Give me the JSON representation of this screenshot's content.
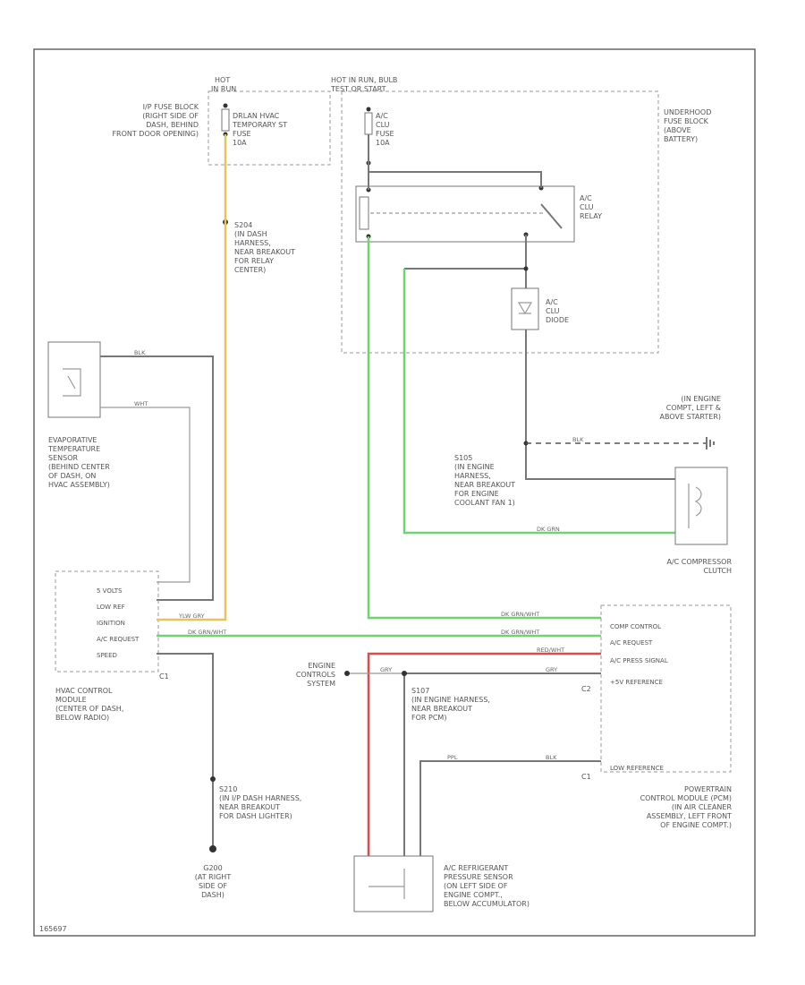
{
  "colors": {
    "green": "#6fd46f",
    "yellow": "#e6c45a",
    "red": "#e04a4a",
    "wire": "#777777"
  },
  "labels": {
    "ip_hot": "HOT",
    "ip_hot_run": "IN RUN",
    "uh_hot": "HOT IN RUN, BULB",
    "uh_hot2": "TEST OR START",
    "ip_fuse_block": [
      "I/P FUSE BLOCK",
      "(RIGHT SIDE OF",
      "DASH, BEHIND",
      "FRONT DOOR OPENING)"
    ],
    "ip_fuse_note": [
      "DRLAN HVAC",
      "TEMPORARY ST",
      "FUSE",
      "10A"
    ],
    "ac_fuse": [
      "A/C",
      "CLU",
      "FUSE",
      "10A"
    ],
    "underhood_fuse_block": [
      "UNDERHOOD",
      "FUSE BLOCK",
      "(ABOVE",
      "BATTERY)"
    ],
    "ac_relay": [
      "A/C",
      "CLU",
      "RELAY"
    ],
    "ac_diode": [
      "A/C",
      "CLU",
      "DIODE"
    ],
    "s204": [
      "S204",
      "(IN DASH",
      "HARNESS,",
      "NEAR BREAKOUT",
      "FOR RELAY",
      "CENTER)"
    ],
    "evap_sensor": [
      "EVAPORATIVE",
      "TEMPERATURE",
      "SENSOR",
      "(BEHIND CENTER",
      "OF DASH, ON",
      "HVAC ASSEMBLY)"
    ],
    "ground_engine": [
      "(IN ENGINE",
      "COMPT, LEFT &",
      "ABOVE STARTER)"
    ],
    "s105": [
      "S105",
      "(IN ENGINE",
      "HARNESS,",
      "NEAR BREAKOUT",
      "FOR ENGINE",
      "COOLANT FAN 1)"
    ],
    "compressor": [
      "A/C COMPRESSOR",
      "CLUTCH"
    ],
    "hvac_pins": [
      "5 VOLTS",
      "LOW REF",
      "IGNITION",
      "A/C REQUEST",
      "SPEED"
    ],
    "hvac_module": [
      "HVAC CONTROL",
      "MODULE",
      "(CENTER OF DASH,",
      "BELOW RADIO)"
    ],
    "hvac_connector": "C1",
    "pcm_pins": [
      "COMP CONTROL",
      "A/C REQUEST",
      "A/C PRESS SIGNAL",
      "+5V REFERENCE"
    ],
    "pcm_low_ref": "LOW REFERENCE",
    "pcm_connector_c2": "C2",
    "pcm_connector_c1": "C1",
    "pcm": [
      "POWERTRAIN",
      "CONTROL MODULE (PCM)",
      "(IN AIR CLEANER",
      "ASSEMBLY, LEFT FRONT",
      "OF ENGINE COMPT.)"
    ],
    "engine_controls": [
      "ENGINE",
      "CONTROLS",
      "SYSTEM"
    ],
    "s107": [
      "S107",
      "(IN ENGINE HARNESS,",
      "NEAR BREAKOUT",
      "FOR PCM)"
    ],
    "pressure_sensor": [
      "A/C REFRIGERANT",
      "PRESSURE SENSOR",
      "(ON LEFT SIDE OF",
      "ENGINE COMPT.,",
      "BELOW ACCUMULATOR)"
    ],
    "s210": [
      "S210",
      "(IN I/P DASH HARNESS,",
      "NEAR BREAKOUT",
      "FOR DASH LIGHTER)"
    ],
    "g200": [
      "G200",
      "(AT RIGHT",
      "SIDE OF",
      "DASH)"
    ],
    "footer_code": "165697"
  },
  "wires": {
    "blk": "BLK",
    "wht": "WHT",
    "gry": "GRY",
    "dk_grn_wht": "DK GRN/WHT",
    "ylw_gry": "YLW GRY",
    "dk_grn_wht2": "DK GRN/WHT",
    "dk_grn": "DK GRN",
    "red_wht": "RED/WHT",
    "gry2": "GRY",
    "blk2": "BLK",
    "ppl": "PPL",
    "grn_wht": "DK GRN/WHT"
  }
}
